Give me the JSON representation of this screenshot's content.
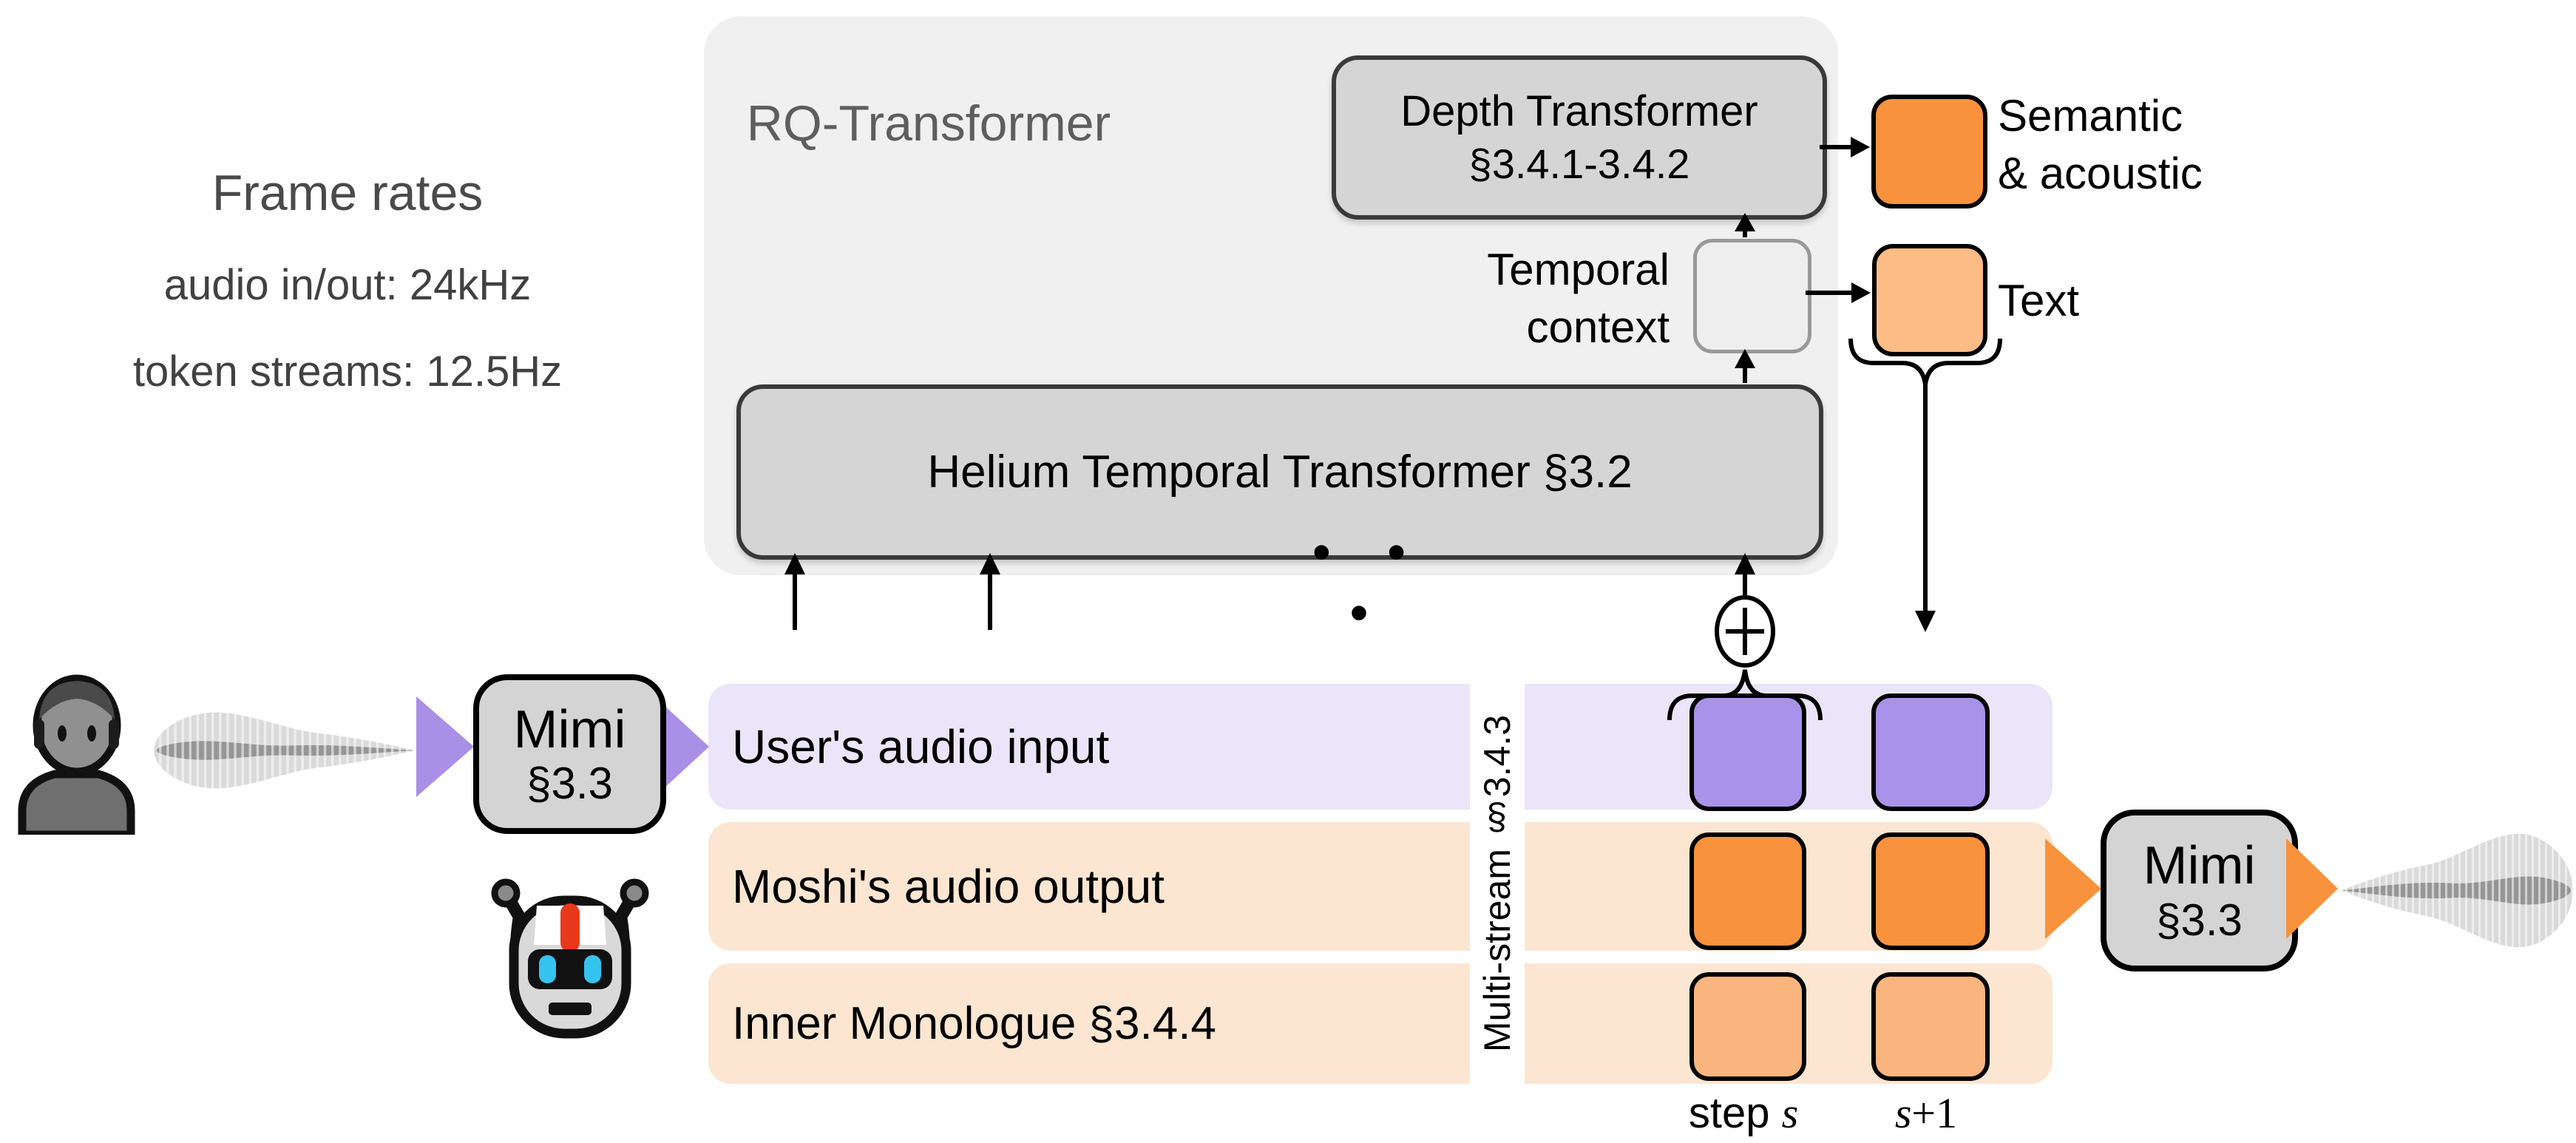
{
  "frame_rates": {
    "title": "Frame rates",
    "audio_rate": "audio in/out: 24kHz",
    "token_rate": "token streams: 12.5Hz"
  },
  "rq_transformer": {
    "title": "RQ-Transformer",
    "depth_transformer": {
      "name": "Depth Transformer",
      "section": "§3.4.1-3.4.2"
    },
    "helium": {
      "label": "Helium Temporal Transformer §3.2"
    },
    "temporal_context": {
      "line1": "Temporal",
      "line2": "context"
    },
    "ellipsis": "• • •"
  },
  "outputs": {
    "semantic": {
      "line1": "Semantic",
      "line2": "& acoustic",
      "color": "#f8923c"
    },
    "text": {
      "label": "Text",
      "color": "#fbbc85"
    }
  },
  "mimi_encoder": {
    "name": "Mimi",
    "section": "§3.3"
  },
  "mimi_decoder": {
    "name": "Mimi",
    "section": "§3.3"
  },
  "streams": {
    "rows": [
      {
        "label": "User's audio input",
        "row_color": "#ebe5f9",
        "token_color": "#a993ea"
      },
      {
        "label": "Moshi's audio output",
        "row_color": "#fce6d2",
        "token_color": "#f8923c"
      },
      {
        "label": "Inner Monologue §3.4.4",
        "row_color": "#fce6d2",
        "token_color": "#fab57e"
      }
    ],
    "multistream_label": "Multi-stream §3.4.3",
    "step_labels": {
      "prefix": "step ",
      "variable": "s",
      "next_suffix": "+1"
    }
  },
  "icons": {
    "user": "user-bust-icon",
    "robot": "robot-icon",
    "waveform_in": "waveform-icon",
    "waveform_out": "waveform-icon",
    "flow_arrow": "triangle-right-icon",
    "sum": "circled-plus-icon"
  },
  "colors": {
    "container_bg": "#f0f0f0",
    "box_fill": "#d5d5d5",
    "box_border": "#3a3a3a",
    "context_fill": "#eeeeee",
    "context_border": "#999999",
    "purple_arrow": "#a98fe6",
    "orange_arrow": "#f8923c",
    "title_gray": "#5e5e5e",
    "frame_rates_text": "#4a4a4a"
  }
}
